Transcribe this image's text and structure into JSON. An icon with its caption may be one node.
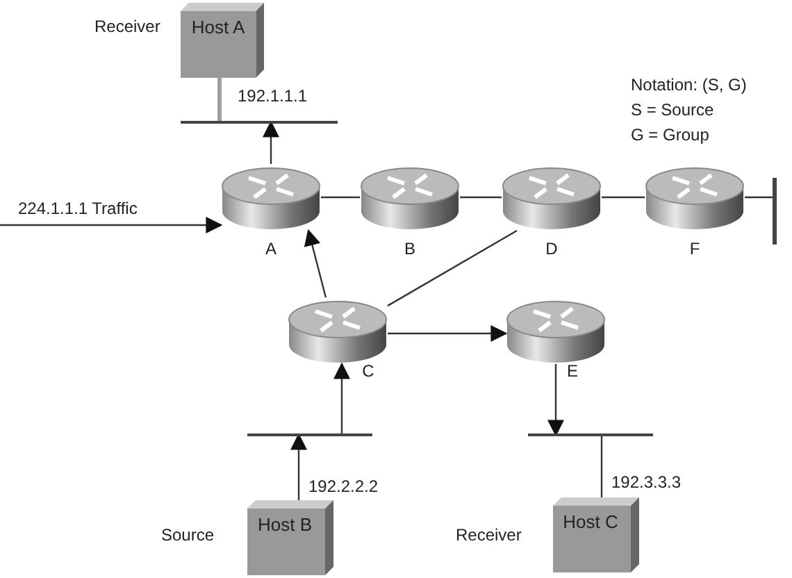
{
  "diagram": {
    "nodes": [
      {
        "text": [
          "Host A"
        ],
        "beside": [
          "Receiver"
        ]
      },
      {
        "text": [],
        "shape": "bar"
      },
      {
        "text": [
          "A"
        ]
      },
      {
        "text": [
          "B"
        ]
      },
      {
        "text": [
          "D"
        ]
      },
      {
        "text": [
          "F"
        ]
      },
      {
        "text": [
          "C"
        ]
      },
      {
        "text": [
          "E"
        ]
      },
      {
        "text": [],
        "shape": "bar"
      },
      {
        "text": [],
        "shape": "bar"
      },
      {
        "text": [
          "Host B"
        ],
        "beside": [
          "Source"
        ]
      },
      {
        "text": [
          "Host C"
        ],
        "beside": [
          "Receiver"
        ]
      },
      {
        "text": [],
        "shape": "bar"
      }
    ],
    "edges": [
      {
        "from": 0,
        "to": 1,
        "arrow": "none",
        "style": "thick",
        "color": "#a0a0a0"
      },
      {
        "from": 2,
        "to": 1,
        "arrow": "to"
      },
      {
        "from": 2,
        "to": 3,
        "arrow": "none"
      },
      {
        "from": 3,
        "to": 4,
        "arrow": "none"
      },
      {
        "from": 4,
        "to": 5,
        "arrow": "none"
      },
      {
        "from": 5,
        "to": 12,
        "arrow": "none"
      },
      {
        "from": 6,
        "to": 2,
        "arrow": "to"
      },
      {
        "from": 6,
        "to": 4,
        "arrow": "none"
      },
      {
        "from": 6,
        "to": 7,
        "arrow": "to"
      },
      {
        "from": 7,
        "to": 9,
        "arrow": "to"
      },
      {
        "from": 9,
        "to": 11,
        "arrow": "none"
      },
      {
        "from": 10,
        "to": 8,
        "arrow": "to"
      },
      {
        "from": 8,
        "to": 6,
        "arrow": "to"
      },
      {
        "from": null,
        "to": 2,
        "arrow": "to",
        "label": "224.1.1.1 Traffic"
      }
    ],
    "labels": [
      "192.1.1.1",
      "Notation: (S, G)",
      "S = Source",
      "G = Group",
      "192.2.2.2",
      "192.3.3.3"
    ]
  }
}
